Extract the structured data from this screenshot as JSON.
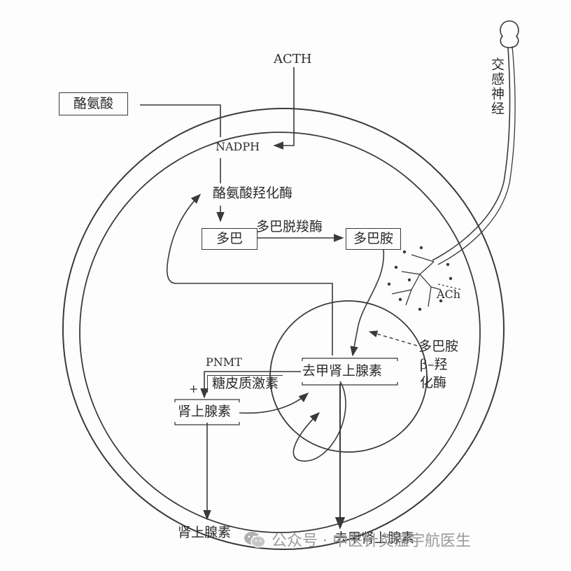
{
  "labels": {
    "tyrosine": "酪氨酸",
    "acth": "ACTH",
    "nadph": "NADPH",
    "tyrosine_hydroxylase": "酪氨酸羟化酶",
    "dopa": "多巴",
    "dopa_decarboxylase": "多巴脱羧酶",
    "dopamine": "多巴胺",
    "sympathetic_nerve": "交感神经",
    "ach": "ACh",
    "dbh_line1": "多巴胺",
    "dbh_line2": "β–羟",
    "dbh_line3": "化酶",
    "pnmt": "PNMT",
    "glucocorticoid": "糖皮质激素",
    "norepinephrine": "去甲肾上腺素",
    "plus_sign": "+",
    "epinephrine": "肾上腺素",
    "epinephrine_out": "肾上腺素",
    "norepinephrine_out": "去甲肾上腺素"
  },
  "watermark": {
    "text": "公众号 · 中医针灸温宇航医生",
    "icon": "wechat-icon"
  },
  "colors": {
    "ink": "#3a3a3a",
    "background": "#fdfdfd",
    "watermark": "#9a9a9a"
  }
}
